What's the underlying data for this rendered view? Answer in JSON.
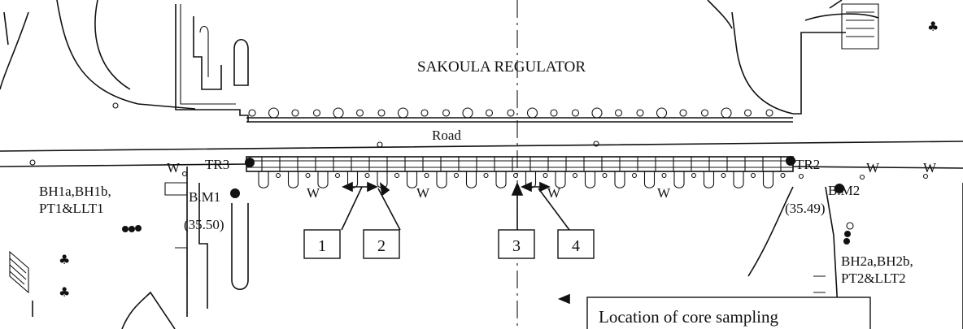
{
  "title": "SAKOULA REGULATOR",
  "road_label": "Road",
  "transformers": {
    "left": "TR3",
    "right": "TR2"
  },
  "benchmarks": {
    "left": {
      "name": "B.M1",
      "elevation": "(35.50)"
    },
    "right": {
      "name": "B.M2",
      "elevation": "(35.49)"
    }
  },
  "boreholes": {
    "left": {
      "line1": "BH1a,BH1b,",
      "line2": "PT1&LLT1"
    },
    "right": {
      "line1": "BH2a,BH2b,",
      "line2": "PT2&LLT2"
    }
  },
  "w_marker": "W",
  "core_locations": [
    "1",
    "2",
    "3",
    "4"
  ],
  "caption": "Location of core sampling"
}
